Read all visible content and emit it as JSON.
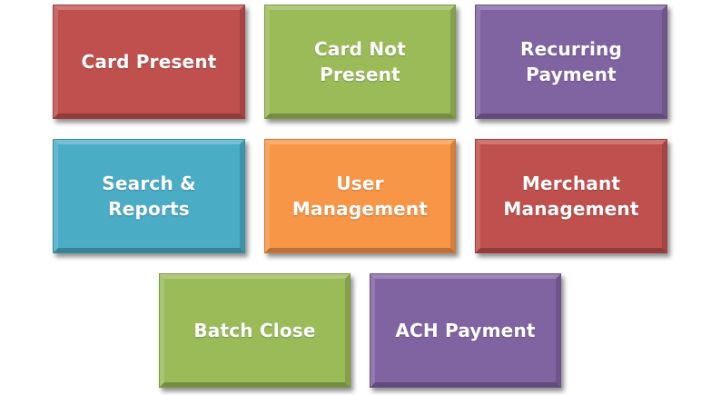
{
  "tiles": [
    {
      "label": "Card Present",
      "color": "#c0504d"
    },
    {
      "label": "Card Not Present",
      "color": "#9bbb59"
    },
    {
      "label": "Recurring\nPayment",
      "color": "#8064a2"
    },
    {
      "label": "Search & Reports",
      "color": "#4bacc6"
    },
    {
      "label": "User\nManagement",
      "color": "#f79646"
    },
    {
      "label": "Merchant\nManagement",
      "color": "#c0504d"
    },
    {
      "label": "Batch Close",
      "color": "#9bbb59"
    },
    {
      "label": "ACH Payment",
      "color": "#8064a2"
    }
  ]
}
